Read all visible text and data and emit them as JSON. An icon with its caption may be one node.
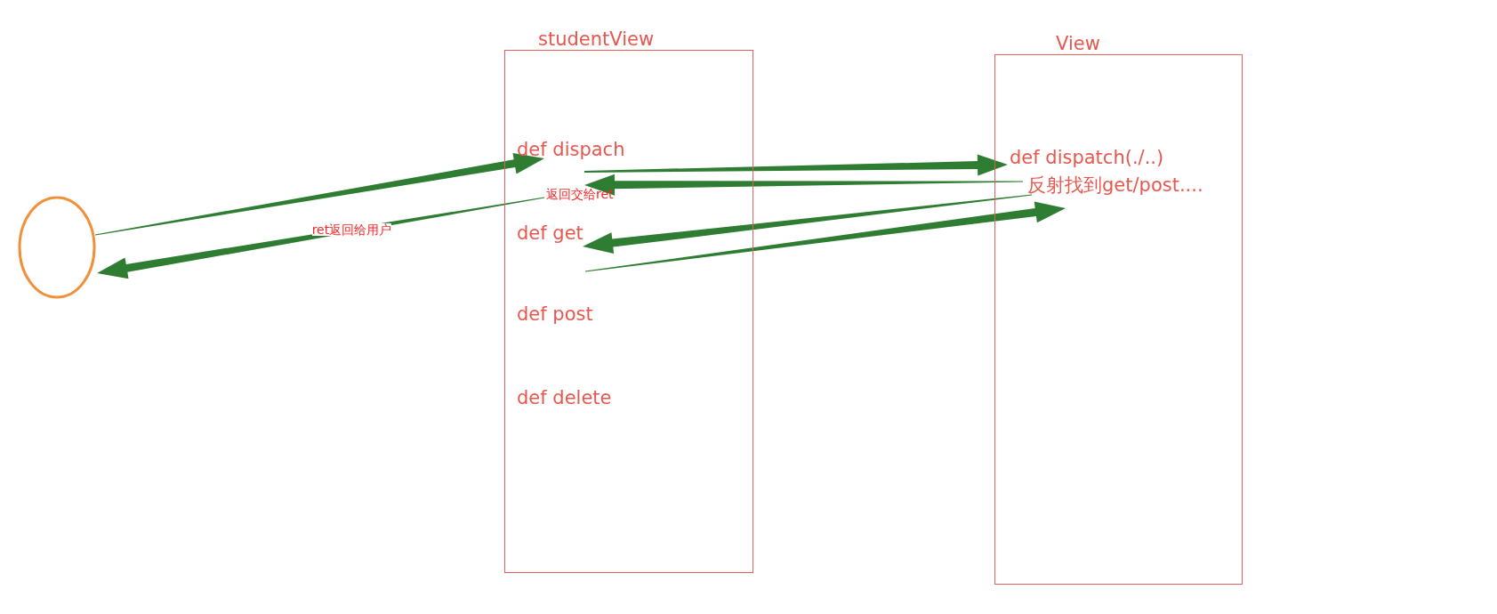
{
  "diagram": {
    "nodes": [
      {
        "text": [],
        "shape": "circle"
      },
      {
        "text": [
          "studentView"
        ]
      },
      {
        "text": [
          "def dispach"
        ],
        "in": 1
      },
      {
        "text": [
          "def get"
        ],
        "in": 1
      },
      {
        "text": [
          "def post"
        ],
        "in": 1
      },
      {
        "text": [
          "def delete"
        ],
        "in": 1
      },
      {
        "text": [
          "View"
        ]
      },
      {
        "text": [
          "def dispatch(./..)"
        ],
        "in": 6
      },
      {
        "text": [
          "反射找到get/post...."
        ],
        "in": 6
      },
      {
        "text": [
          "返回交给ret"
        ],
        "in": 1
      }
    ],
    "edges": [
      {
        "from": 0,
        "to": 2,
        "arrow": "to"
      },
      {
        "from": 2,
        "to": 7,
        "arrow": "to"
      },
      {
        "from": 7,
        "to": 2,
        "arrow": "to"
      },
      {
        "from": 8,
        "to": 3,
        "arrow": "to"
      },
      {
        "from": 3,
        "to": 8,
        "arrow": "to"
      },
      {
        "from": 9,
        "to": 0,
        "arrow": "to",
        "label": "ret返回给用户"
      }
    ]
  }
}
